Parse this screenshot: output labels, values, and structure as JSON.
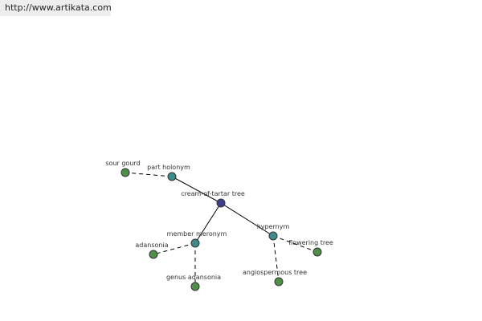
{
  "header": {
    "url": "http://www.artikata.com"
  },
  "graph": {
    "nodes": [
      {
        "id": "center",
        "label": "cream-of-tartar tree",
        "color": "#3d3f8e"
      },
      {
        "id": "part_holonym",
        "label": "part holonym",
        "color": "#3f8a8a"
      },
      {
        "id": "sour_gourd",
        "label": "sour gourd",
        "color": "#4f8f48"
      },
      {
        "id": "member_meronym",
        "label": "member meronym",
        "color": "#3f8a8a"
      },
      {
        "id": "adansonia",
        "label": "adansonia",
        "color": "#4f8f48"
      },
      {
        "id": "genus_adansonia",
        "label": "genus adansonia",
        "color": "#4f8f48"
      },
      {
        "id": "hypernym",
        "label": "hypernym",
        "color": "#3f8a8a"
      },
      {
        "id": "flowering_tree",
        "label": "flowering tree",
        "color": "#4f8f48"
      },
      {
        "id": "angiospermous_tree",
        "label": "angiospermous tree",
        "color": "#4f8f48"
      }
    ],
    "edges": [
      {
        "from": "center",
        "to": "part_holonym",
        "style": "solid"
      },
      {
        "from": "center",
        "to": "member_meronym",
        "style": "solid"
      },
      {
        "from": "center",
        "to": "hypernym",
        "style": "solid"
      },
      {
        "from": "part_holonym",
        "to": "sour_gourd",
        "style": "dashed"
      },
      {
        "from": "member_meronym",
        "to": "adansonia",
        "style": "dashed"
      },
      {
        "from": "member_meronym",
        "to": "genus_adansonia",
        "style": "dashed"
      },
      {
        "from": "hypernym",
        "to": "flowering_tree",
        "style": "dashed"
      },
      {
        "from": "hypernym",
        "to": "angiospermous_tree",
        "style": "dashed"
      }
    ]
  }
}
